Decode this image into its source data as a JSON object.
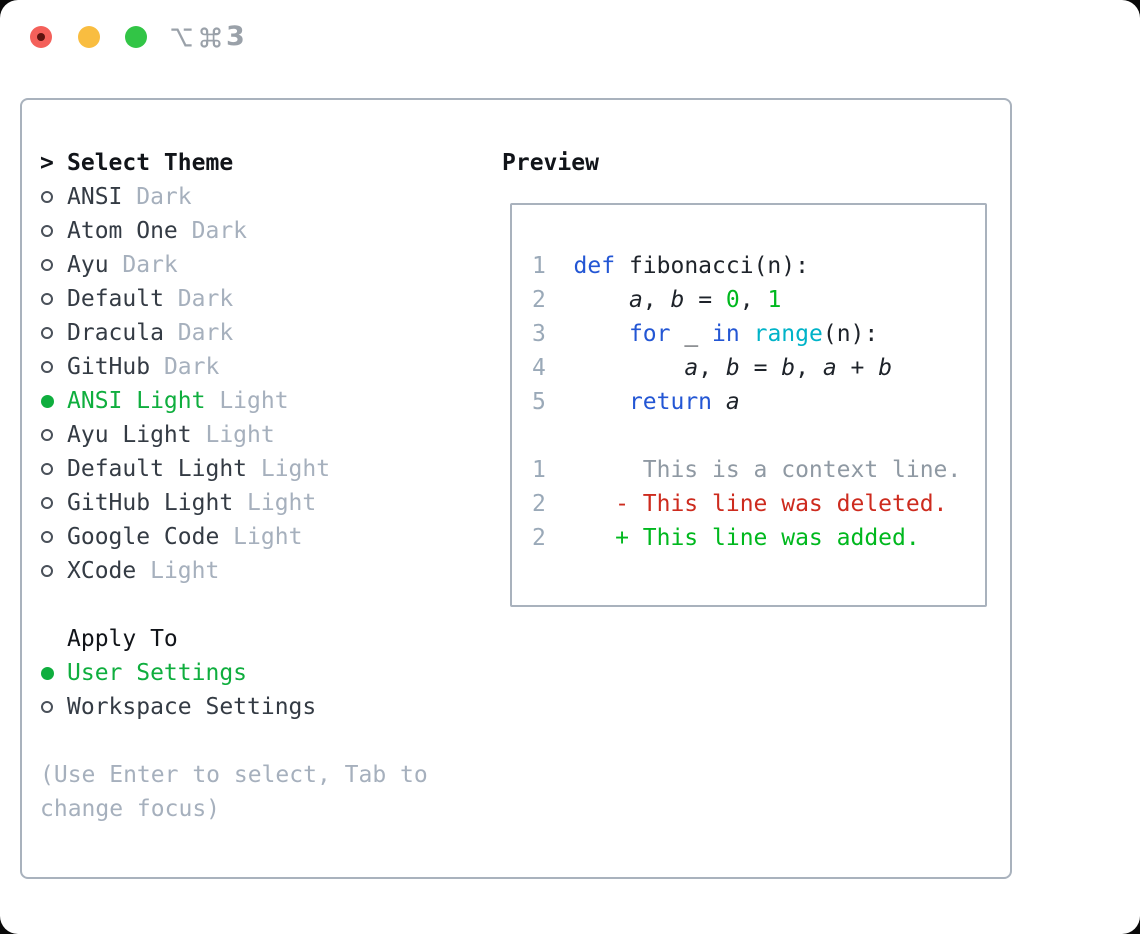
{
  "titlebar": {
    "shortcut_label": "⌥⌘3",
    "shortcut_number": "3",
    "lights": [
      "close",
      "minimize",
      "zoom"
    ]
  },
  "theme_list": {
    "header": "Select Theme",
    "prompt": ">",
    "items": [
      {
        "name": "ANSI",
        "tag": "Dark",
        "selected": false
      },
      {
        "name": "Atom One",
        "tag": "Dark",
        "selected": false
      },
      {
        "name": "Ayu",
        "tag": "Dark",
        "selected": false
      },
      {
        "name": "Default",
        "tag": "Dark",
        "selected": false
      },
      {
        "name": "Dracula",
        "tag": "Dark",
        "selected": false
      },
      {
        "name": "GitHub",
        "tag": "Dark",
        "selected": false
      },
      {
        "name": "ANSI Light",
        "tag": "Light",
        "selected": true
      },
      {
        "name": "Ayu Light",
        "tag": "Light",
        "selected": false
      },
      {
        "name": "Default Light",
        "tag": "Light",
        "selected": false
      },
      {
        "name": "GitHub Light",
        "tag": "Light",
        "selected": false
      },
      {
        "name": "Google Code",
        "tag": "Light",
        "selected": false
      },
      {
        "name": "XCode",
        "tag": "Light",
        "selected": false
      }
    ]
  },
  "apply_to": {
    "header": "Apply To",
    "options": [
      {
        "label": "User Settings",
        "selected": true
      },
      {
        "label": "Workspace Settings",
        "selected": false
      }
    ]
  },
  "hint": "(Use Enter to select, Tab to change focus)",
  "preview": {
    "header": "Preview",
    "lines": [
      {
        "num": "1",
        "tokens": [
          [
            "pl",
            " "
          ],
          [
            "kw",
            "def"
          ],
          [
            "pl",
            " fibonacci(n):"
          ]
        ]
      },
      {
        "num": "2",
        "tokens": [
          [
            "pl",
            "     "
          ],
          [
            "var",
            "a"
          ],
          [
            "pl",
            ", "
          ],
          [
            "var",
            "b"
          ],
          [
            "pl",
            " = "
          ],
          [
            "num",
            "0"
          ],
          [
            "pl",
            ", "
          ],
          [
            "num",
            "1"
          ]
        ]
      },
      {
        "num": "3",
        "tokens": [
          [
            "pl",
            "     "
          ],
          [
            "kw",
            "for"
          ],
          [
            "pl",
            " _ "
          ],
          [
            "kw",
            "in"
          ],
          [
            "pl",
            " "
          ],
          [
            "fn",
            "range"
          ],
          [
            "pl",
            "(n):"
          ]
        ]
      },
      {
        "num": "4",
        "tokens": [
          [
            "pl",
            "         "
          ],
          [
            "var",
            "a"
          ],
          [
            "pl",
            ", "
          ],
          [
            "var",
            "b"
          ],
          [
            "pl",
            " = "
          ],
          [
            "var",
            "b"
          ],
          [
            "pl",
            ", "
          ],
          [
            "var",
            "a"
          ],
          [
            "pl",
            " + "
          ],
          [
            "var",
            "b"
          ]
        ]
      },
      {
        "num": "5",
        "tokens": [
          [
            "pl",
            "     "
          ],
          [
            "kw",
            "return"
          ],
          [
            "pl",
            " "
          ],
          [
            "var",
            "a"
          ]
        ]
      },
      {
        "num": "",
        "tokens": []
      },
      {
        "num": "1",
        "tokens": [
          [
            "ctx",
            "      This is a context line."
          ]
        ]
      },
      {
        "num": "2",
        "tokens": [
          [
            "del",
            "    - This line was deleted."
          ]
        ]
      },
      {
        "num": "2",
        "tokens": [
          [
            "add",
            "    + This line was added."
          ]
        ]
      }
    ]
  },
  "colors": {
    "selection_green": "#0fae3e",
    "keyword_blue": "#2356d4",
    "builtin_cyan": "#00b3c8",
    "number_green": "#00b81e",
    "added_green": "#00b81e",
    "deleted_red": "#cd2b1e",
    "context_gray": "#8f99a3",
    "muted_gray": "#a6b0bd",
    "line_number_gray": "#9aa9b8",
    "panel_border": "#a9b2bd",
    "traffic_red": "#f4605a",
    "traffic_yellow": "#f9bd40",
    "traffic_green": "#32c546"
  }
}
